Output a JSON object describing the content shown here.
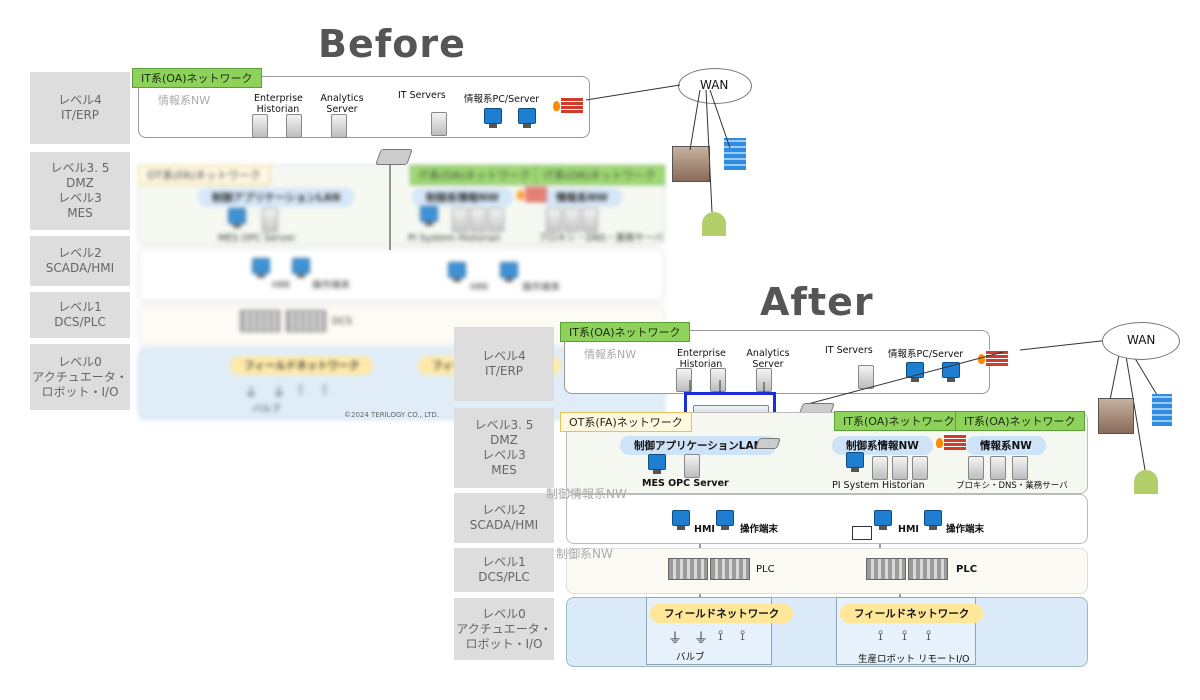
{
  "headings": {
    "before": "Before",
    "after": "After"
  },
  "levels": [
    {
      "line1": "レベル4",
      "line2": "IT/ERP"
    },
    {
      "line1": "レベル3. 5",
      "line2": "DMZ",
      "line3": "レベル3",
      "line4": "MES"
    },
    {
      "line1": "レベル2",
      "line2": "SCADA/HMI"
    },
    {
      "line1": "レベル1",
      "line2": "DCS/PLC"
    },
    {
      "line1": "レベル0",
      "line2": "アクチュエータ・",
      "line3": "ロボット・I/O"
    }
  ],
  "it_network": {
    "tag": "IT系(OA)ネットワーク",
    "nw_label": "情報系NW",
    "enterprise_historian": "Enterprise Historian",
    "analytics_server": "Analytics Server",
    "it_servers": "IT Servers",
    "info_pc_server": "情報系PC/Server"
  },
  "wan": "WAN",
  "ot_network": {
    "tag": "OT系(FA)ネットワーク",
    "it_tag_1": "IT系(OA)ネットワーク",
    "it_tag_2": "IT系(OA)ネットワーク",
    "control_app_lan": "制御アプリケーションLAN",
    "control_info_nw": "制御系情報NW",
    "info_nw": "情報系NW",
    "mes_opc": "MES OPC Server",
    "pi_historian": "PI System Historian",
    "proxy_dns": "プロキシ・DNS・業務サーバ"
  },
  "level2": {
    "ghost": "制御情報系NW",
    "hmi": "HMI",
    "terminal": "操作端末"
  },
  "level1": {
    "ghost": "制御系NW",
    "plc": "PLC",
    "dcs": "DCS"
  },
  "level0": {
    "field_network": "フィールドネットワーク",
    "valve": "バルブ",
    "robot_io": "生産ロボット リモートI/O"
  },
  "copyright": "©2024 TERILOGY CO., LTD.",
  "colors": {
    "highlight": "#1a2fd6",
    "it_green": "#8fd25b",
    "info_blue": "#cfe3f8",
    "field_yellow": "#ffe79a"
  }
}
